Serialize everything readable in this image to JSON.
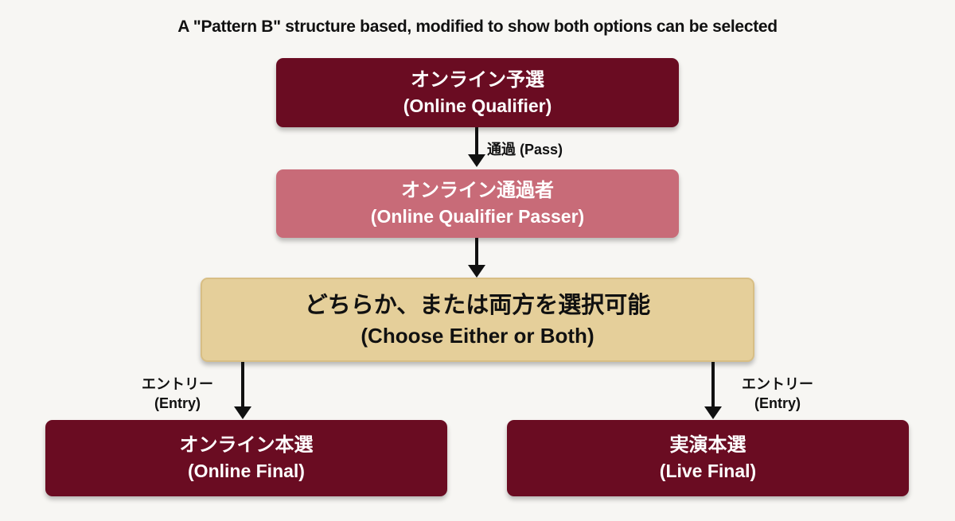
{
  "title": "A \"Pattern B\" structure based, modified to show both options can be selected",
  "nodes": {
    "online_qualifier": {
      "jp": "オンライン予選",
      "en": "(Online Qualifier)",
      "color": "#6a0c22"
    },
    "online_qualifier_passer": {
      "jp": "オンライン通過者",
      "en": "(Online Qualifier Passer)",
      "color": "#c86b78"
    },
    "choose": {
      "jp": "どちらか、または両方を選択可能",
      "en": "(Choose Either or Both)",
      "color": "#e5cf9a"
    },
    "online_final": {
      "jp": "オンライン本選",
      "en": "(Online Final)",
      "color": "#6a0c22"
    },
    "live_final": {
      "jp": "実演本選",
      "en": "(Live Final)",
      "color": "#6a0c22"
    }
  },
  "edges": {
    "pass": {
      "label": "通過 (Pass)"
    },
    "passer_to_choose": {
      "label": ""
    },
    "entry_left": {
      "jp": "エントリー",
      "en": "(Entry)"
    },
    "entry_right": {
      "jp": "エントリー",
      "en": "(Entry)"
    }
  }
}
